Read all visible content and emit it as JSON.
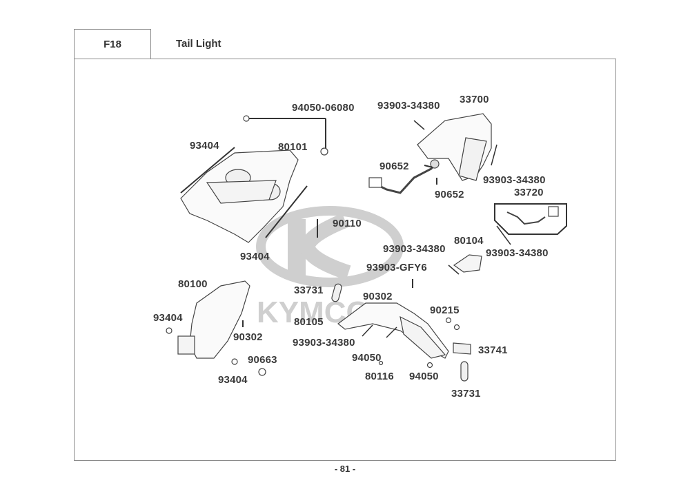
{
  "header": {
    "figure_code": "F18",
    "title": "Tail Light"
  },
  "watermark": {
    "brand": "KYMCO",
    "color": "#c8c8c8"
  },
  "parts": [
    {
      "id": "p1",
      "label": "94050-06080"
    },
    {
      "id": "p2",
      "label": "93404"
    },
    {
      "id": "p3",
      "label": "80101"
    },
    {
      "id": "p4",
      "label": "90110"
    },
    {
      "id": "p5",
      "label": "93404"
    },
    {
      "id": "p6",
      "label": "93903-34380"
    },
    {
      "id": "p7",
      "label": "33700"
    },
    {
      "id": "p8",
      "label": "90652"
    },
    {
      "id": "p9",
      "label": "90652"
    },
    {
      "id": "p10",
      "label": "93903-34380"
    },
    {
      "id": "p11",
      "label": "33720"
    },
    {
      "id": "p12",
      "label": "80104"
    },
    {
      "id": "p13",
      "label": "93903-34380"
    },
    {
      "id": "p14",
      "label": "93903-34380"
    },
    {
      "id": "p15",
      "label": "93903-GFY6"
    },
    {
      "id": "p16",
      "label": "80100"
    },
    {
      "id": "p17",
      "label": "33731"
    },
    {
      "id": "p18",
      "label": "90302"
    },
    {
      "id": "p19",
      "label": "93404"
    },
    {
      "id": "p20",
      "label": "90302"
    },
    {
      "id": "p21",
      "label": "80105"
    },
    {
      "id": "p22",
      "label": "90215"
    },
    {
      "id": "p23",
      "label": "93903-34380"
    },
    {
      "id": "p24",
      "label": "90663"
    },
    {
      "id": "p25",
      "label": "94050"
    },
    {
      "id": "p26",
      "label": "33741"
    },
    {
      "id": "p27",
      "label": "93404"
    },
    {
      "id": "p28",
      "label": "80116"
    },
    {
      "id": "p29",
      "label": "94050"
    },
    {
      "id": "p30",
      "label": "33731"
    }
  ],
  "footer": {
    "page_number": "- 81 -"
  }
}
